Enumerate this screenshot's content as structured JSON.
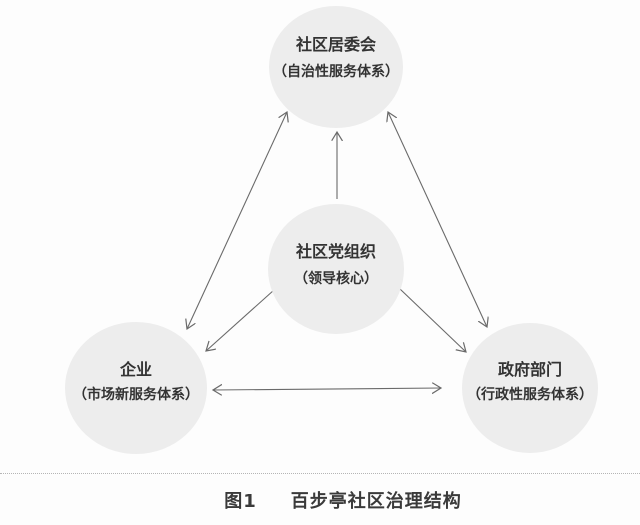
{
  "diagram": {
    "nodes": {
      "committee": {
        "title": "社区居委会",
        "subtitle": "（自治性服务体系）"
      },
      "party": {
        "title": "社区党组织",
        "subtitle": "（领导核心）"
      },
      "enterprise": {
        "title": "企业",
        "subtitle": "（市场新服务体系）"
      },
      "government": {
        "title": "政府部门",
        "subtitle": "（行政性服务体系）"
      }
    },
    "edges": [
      {
        "from": "committee",
        "to": "enterprise",
        "bidirectional": true
      },
      {
        "from": "committee",
        "to": "government",
        "bidirectional": true
      },
      {
        "from": "party",
        "to": "committee",
        "bidirectional": false
      },
      {
        "from": "party",
        "to": "enterprise",
        "bidirectional": false
      },
      {
        "from": "party",
        "to": "government",
        "bidirectional": false
      },
      {
        "from": "enterprise",
        "to": "government",
        "bidirectional": true
      }
    ],
    "colors": {
      "node_fill": "#ededed",
      "arrow": "#6a6a6a",
      "node_text": "#333333",
      "divider": "#b5b5b5",
      "background": "#fdfdfd"
    }
  },
  "caption": {
    "label": "图1",
    "title": "百步亭社区治理结构"
  }
}
